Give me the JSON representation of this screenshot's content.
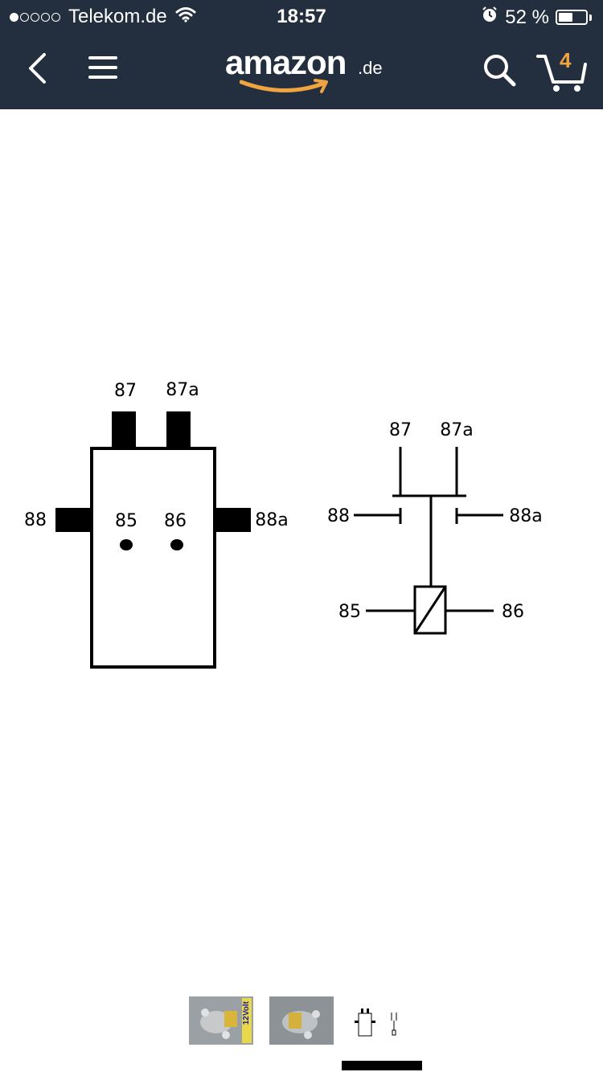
{
  "status_bar": {
    "carrier": "Telekom.de",
    "time": "18:57",
    "battery_percent": "52 %",
    "battery_level": 0.52,
    "signal_filled": 1,
    "signal_total": 5
  },
  "nav": {
    "logo_word": "amazon",
    "logo_tld": ".de",
    "cart_count": "4",
    "icons": [
      "back-icon",
      "menu-icon",
      "search-icon",
      "cart-icon"
    ],
    "accent_color": "#f0a341",
    "bar_color": "#232f3e"
  },
  "diagram": {
    "housing_labels": {
      "top_left": "87",
      "top_right": "87a",
      "left": "88",
      "right": "88a",
      "center_left": "85",
      "center_right": "86"
    },
    "schematic_labels": {
      "top_left": "87",
      "top_right": "87a",
      "left": "88",
      "right": "88a",
      "bottom_left": "85",
      "bottom_right": "86"
    }
  },
  "thumbnails": {
    "items": [
      {
        "name": "relay-photo-12v",
        "badge": "12Volt"
      },
      {
        "name": "relay-photo"
      },
      {
        "name": "relay-diagram"
      }
    ],
    "selected_index": 2
  }
}
